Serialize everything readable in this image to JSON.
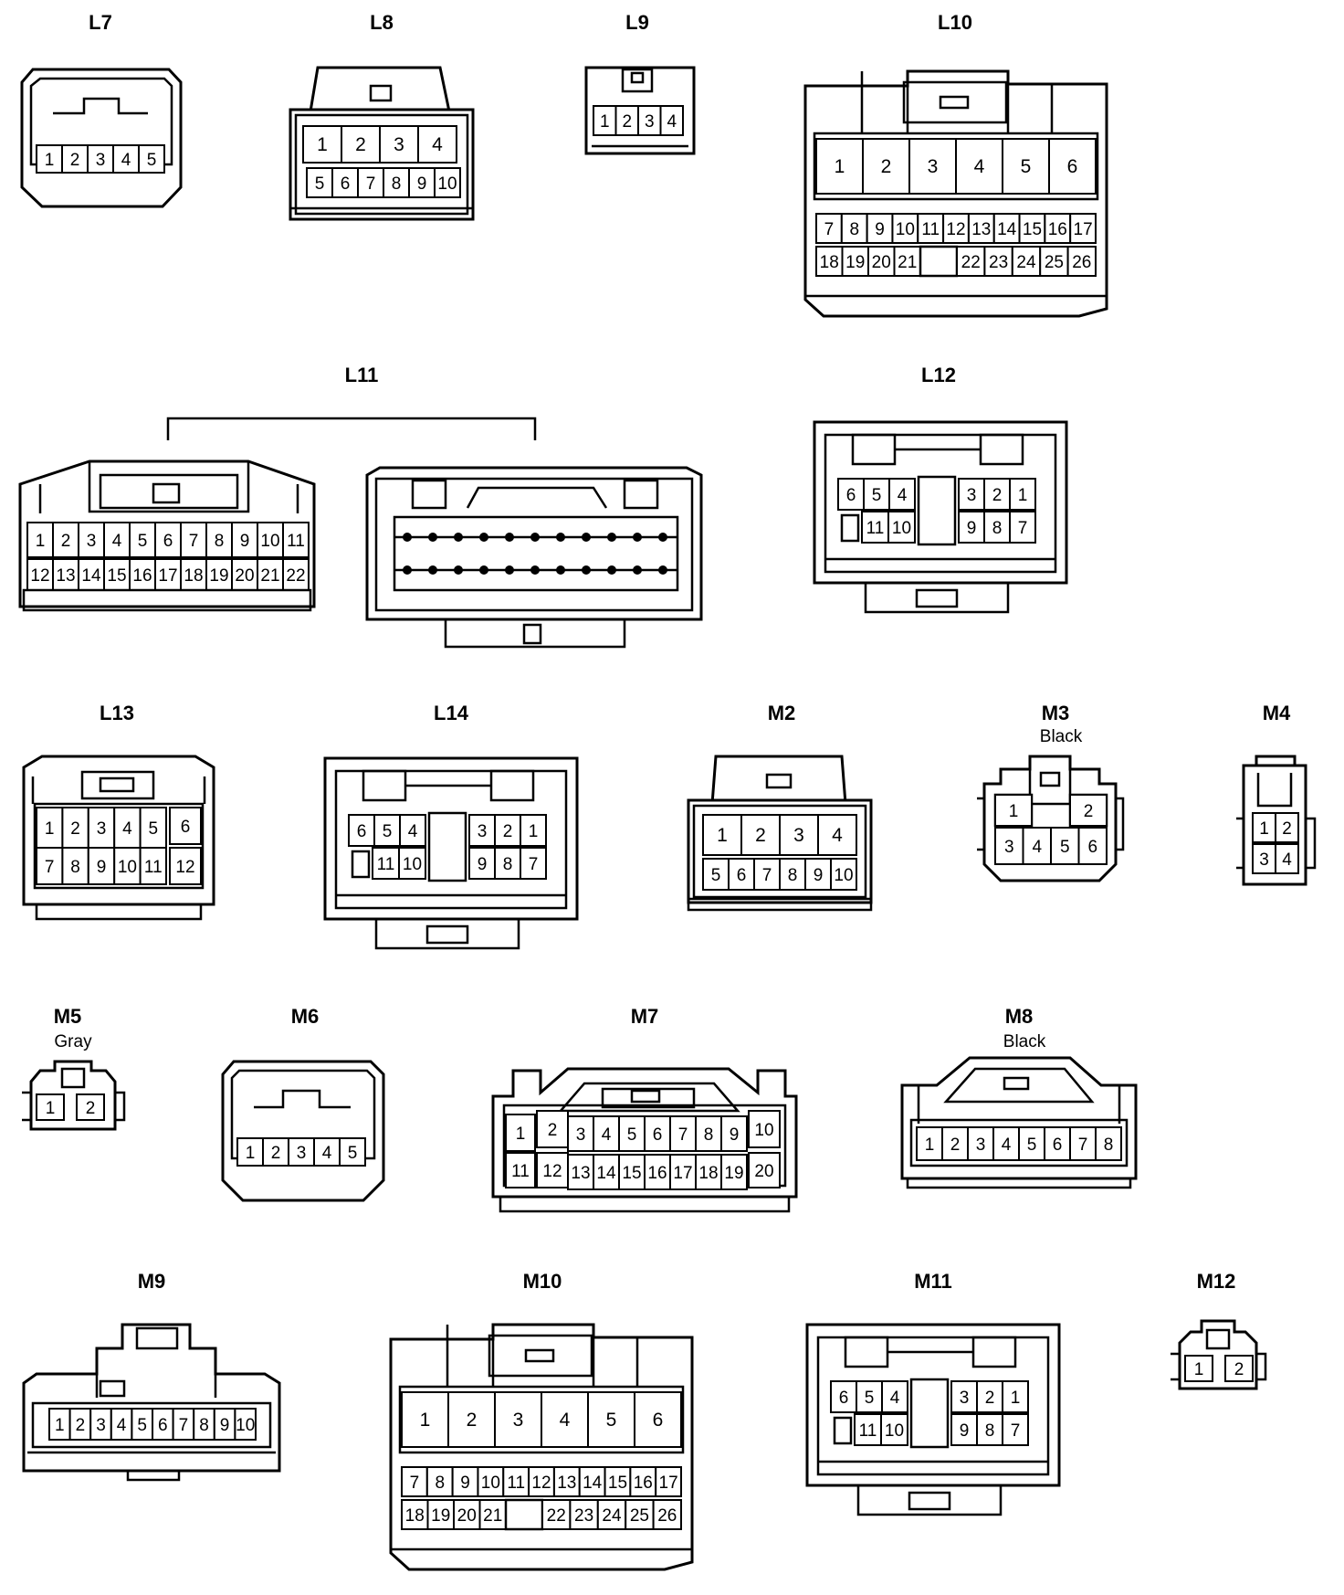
{
  "connectors": [
    {
      "id": "L7",
      "label": "L7",
      "pins": [
        "1",
        "2",
        "3",
        "4",
        "5"
      ]
    },
    {
      "id": "L8",
      "label": "L8",
      "pins": [
        "1",
        "2",
        "3",
        "4",
        "5",
        "6",
        "7",
        "8",
        "9",
        "10"
      ]
    },
    {
      "id": "L9",
      "label": "L9",
      "pins": [
        "1",
        "2",
        "3",
        "4"
      ]
    },
    {
      "id": "L10",
      "label": "L10",
      "pins": [
        "1",
        "2",
        "3",
        "4",
        "5",
        "6",
        "7",
        "8",
        "9",
        "10",
        "11",
        "12",
        "13",
        "14",
        "15",
        "16",
        "17",
        "18",
        "19",
        "20",
        "21",
        "22",
        "23",
        "24",
        "25",
        "26"
      ]
    },
    {
      "id": "L11",
      "label": "L11",
      "pins": [
        "1",
        "2",
        "3",
        "4",
        "5",
        "6",
        "7",
        "8",
        "9",
        "10",
        "11",
        "12",
        "13",
        "14",
        "15",
        "16",
        "17",
        "18",
        "19",
        "20",
        "21",
        "22"
      ]
    },
    {
      "id": "L12",
      "label": "L12",
      "pins": [
        "6",
        "5",
        "4",
        "3",
        "2",
        "1",
        "11",
        "10",
        "9",
        "8",
        "7"
      ]
    },
    {
      "id": "L13",
      "label": "L13",
      "pins": [
        "1",
        "2",
        "3",
        "4",
        "5",
        "6",
        "7",
        "8",
        "9",
        "10",
        "11",
        "12"
      ]
    },
    {
      "id": "L14",
      "label": "L14",
      "pins": [
        "6",
        "5",
        "4",
        "3",
        "2",
        "1",
        "11",
        "10",
        "9",
        "8",
        "7"
      ]
    },
    {
      "id": "M2",
      "label": "M2",
      "pins": [
        "1",
        "2",
        "3",
        "4",
        "5",
        "6",
        "7",
        "8",
        "9",
        "10"
      ]
    },
    {
      "id": "M3",
      "label": "M3",
      "color": "Black",
      "pins": [
        "1",
        "2",
        "3",
        "4",
        "5",
        "6"
      ]
    },
    {
      "id": "M4",
      "label": "M4",
      "pins": [
        "1",
        "2",
        "3",
        "4"
      ]
    },
    {
      "id": "M5",
      "label": "M5",
      "color": "Gray",
      "pins": [
        "1",
        "2"
      ]
    },
    {
      "id": "M6",
      "label": "M6",
      "pins": [
        "1",
        "2",
        "3",
        "4",
        "5"
      ]
    },
    {
      "id": "M7",
      "label": "M7",
      "pins": [
        "1",
        "2",
        "3",
        "4",
        "5",
        "6",
        "7",
        "8",
        "9",
        "10",
        "11",
        "12",
        "13",
        "14",
        "15",
        "16",
        "17",
        "18",
        "19",
        "20"
      ]
    },
    {
      "id": "M8",
      "label": "M8",
      "color": "Black",
      "pins": [
        "1",
        "2",
        "3",
        "4",
        "5",
        "6",
        "7",
        "8"
      ]
    },
    {
      "id": "M9",
      "label": "M9",
      "pins": [
        "1",
        "2",
        "3",
        "4",
        "5",
        "6",
        "7",
        "8",
        "9",
        "10"
      ]
    },
    {
      "id": "M10",
      "label": "M10",
      "pins": [
        "1",
        "2",
        "3",
        "4",
        "5",
        "6",
        "7",
        "8",
        "9",
        "10",
        "11",
        "12",
        "13",
        "14",
        "15",
        "16",
        "17",
        "18",
        "19",
        "20",
        "21",
        "22",
        "23",
        "24",
        "25",
        "26"
      ]
    },
    {
      "id": "M11",
      "label": "M11",
      "pins": [
        "6",
        "5",
        "4",
        "3",
        "2",
        "1",
        "11",
        "10",
        "9",
        "8",
        "7"
      ]
    },
    {
      "id": "M12",
      "label": "M12",
      "pins": [
        "1",
        "2"
      ]
    }
  ]
}
